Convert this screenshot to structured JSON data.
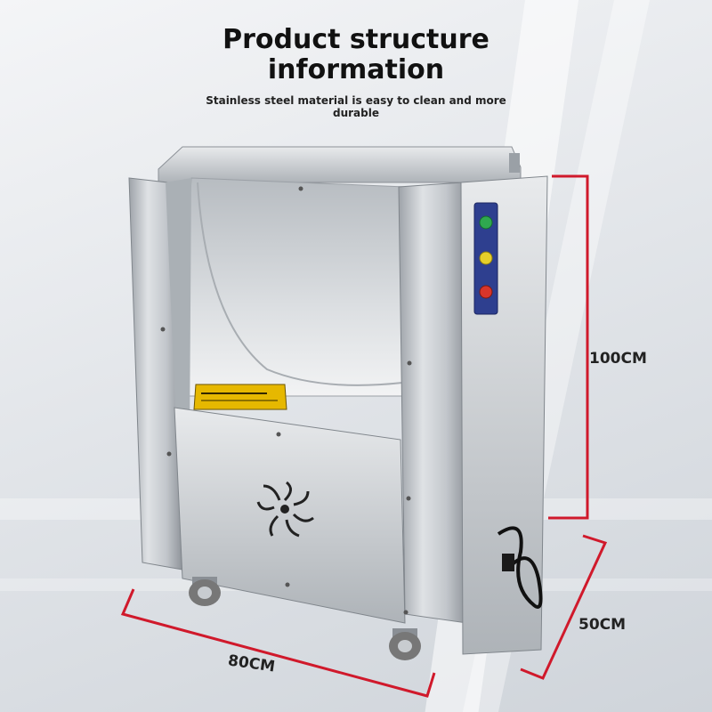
{
  "header": {
    "title_line1": "Product structure",
    "title_line2": "information",
    "subtitle": "Stainless steel material is easy to clean and more durable"
  },
  "dimensions": {
    "height_label": "100CM",
    "depth_label": "50CM",
    "width_label": "80CM"
  },
  "colors": {
    "dimension_line": "#d0192b",
    "steel": "#c7cbd0",
    "warning_label": "#e6b800"
  },
  "icons": {
    "fan_vent": "fan-vent-icon",
    "control_buttons": [
      "green-button",
      "yellow-button",
      "red-button"
    ]
  }
}
